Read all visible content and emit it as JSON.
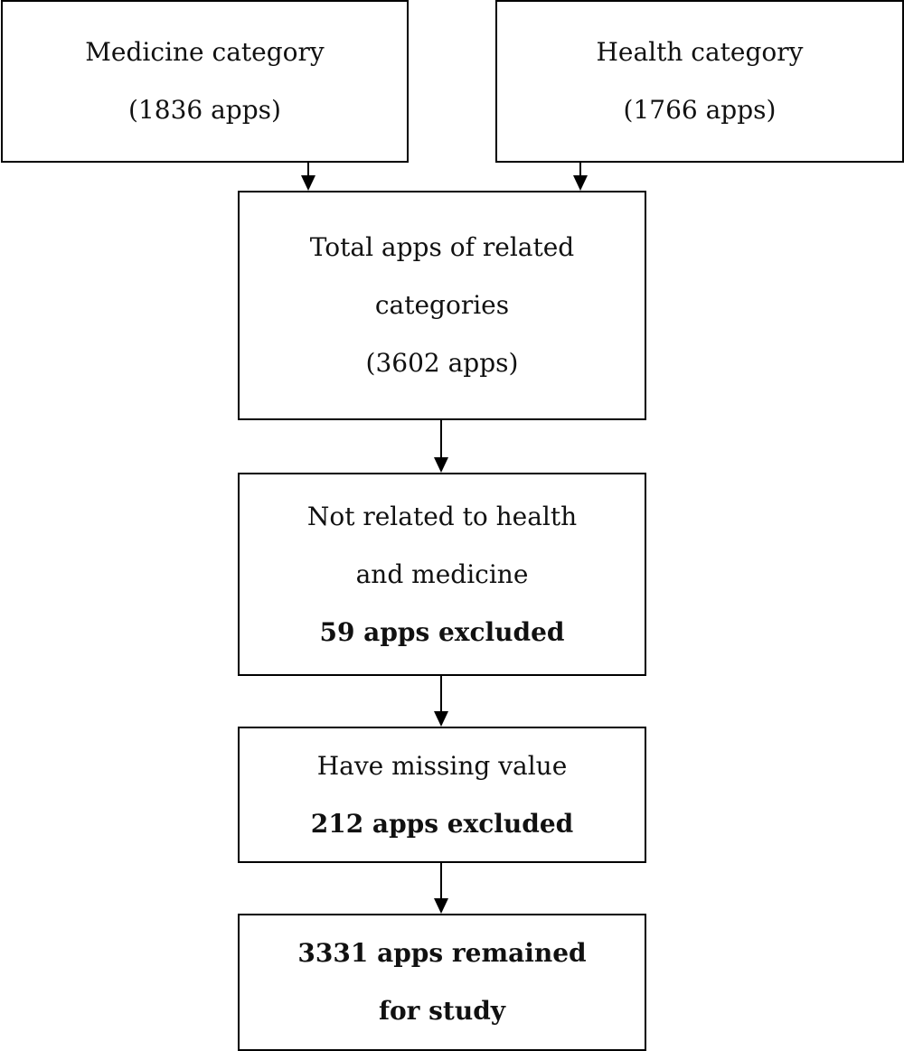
{
  "nodes": {
    "medicine": {
      "line1": "Medicine category",
      "line2": "(1836 apps)"
    },
    "health": {
      "line1": "Health category",
      "line2": "(1766 apps)"
    },
    "total": {
      "line1": "Total apps of related",
      "line2": "categories",
      "line3": "(3602 apps)"
    },
    "not_related": {
      "line1": "Not related to health",
      "line2": "and medicine",
      "line3": "59 apps excluded"
    },
    "missing": {
      "line1": "Have missing value",
      "line2": "212 apps excluded"
    },
    "remained": {
      "line1": "3331 apps remained",
      "line2": "for study"
    }
  },
  "edges": [
    {
      "from": "medicine",
      "to": "total"
    },
    {
      "from": "health",
      "to": "total"
    },
    {
      "from": "total",
      "to": "not_related"
    },
    {
      "from": "not_related",
      "to": "missing"
    },
    {
      "from": "missing",
      "to": "remained"
    }
  ]
}
